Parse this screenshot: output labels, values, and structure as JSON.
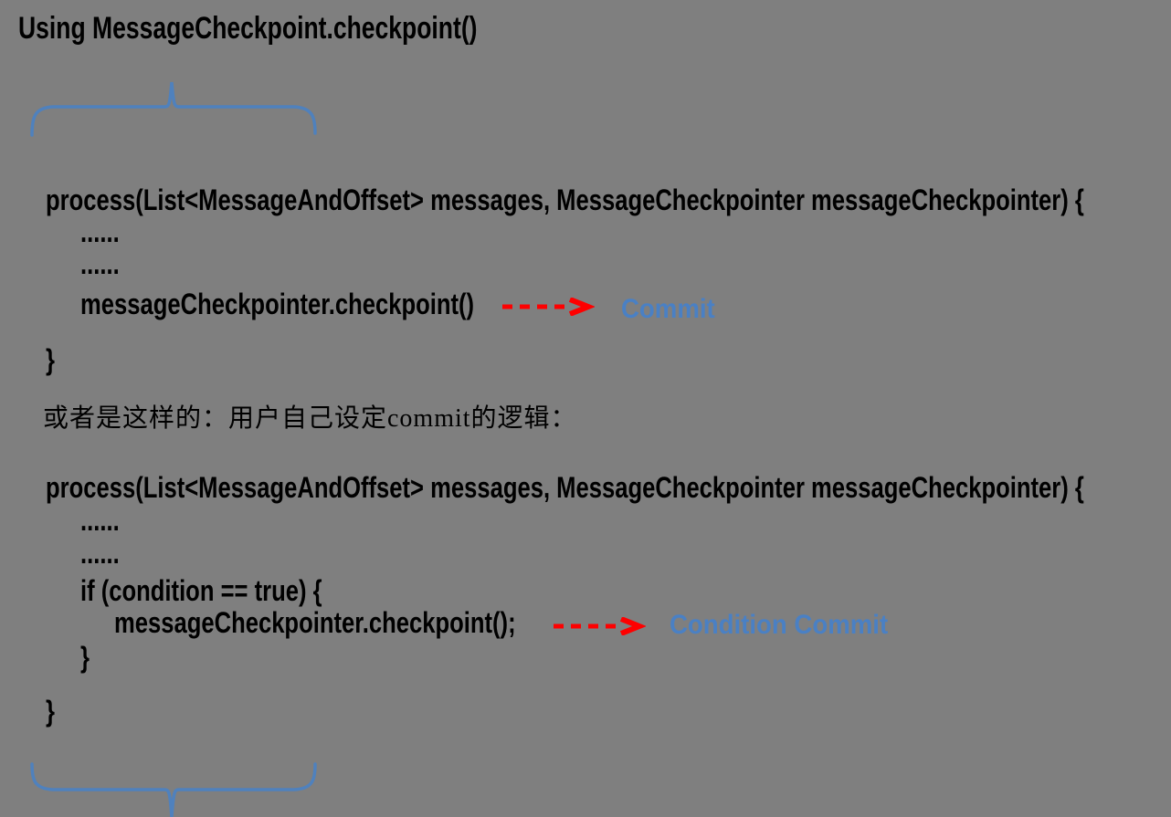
{
  "title": "Using MessageCheckpoint.checkpoint()",
  "colors": {
    "background": "#7F7F7F",
    "text_black": "#000000",
    "accent_blue": "#4F81BD",
    "label_blue": "#4A80C4",
    "arrow_red": "#FE0000"
  },
  "icons": {
    "brace_top": "curly-brace-overbrace",
    "brace_bottom": "curly-brace-underbrace",
    "arrow": "dashed-arrow-right"
  },
  "block1": {
    "signature": "process(List<MessageAndOffset> messages, MessageCheckpointer messageCheckpointer) {",
    "ellipsis1": "......",
    "ellipsis2": "......",
    "checkpoint_call": "messageCheckpointer.checkpoint()",
    "close_brace": "}",
    "label": "Commit"
  },
  "middle_note": "或者是这样的：用户自己设定commit的逻辑：",
  "block2": {
    "signature": "process(List<MessageAndOffset> messages, MessageCheckpointer messageCheckpointer) {",
    "ellipsis1": "......",
    "ellipsis2": "......",
    "if_line": "if (condition == true) {",
    "checkpoint_call": "messageCheckpointer.checkpoint();",
    "inner_close_brace": "}",
    "close_brace": "}",
    "label": "Condition Commit"
  }
}
